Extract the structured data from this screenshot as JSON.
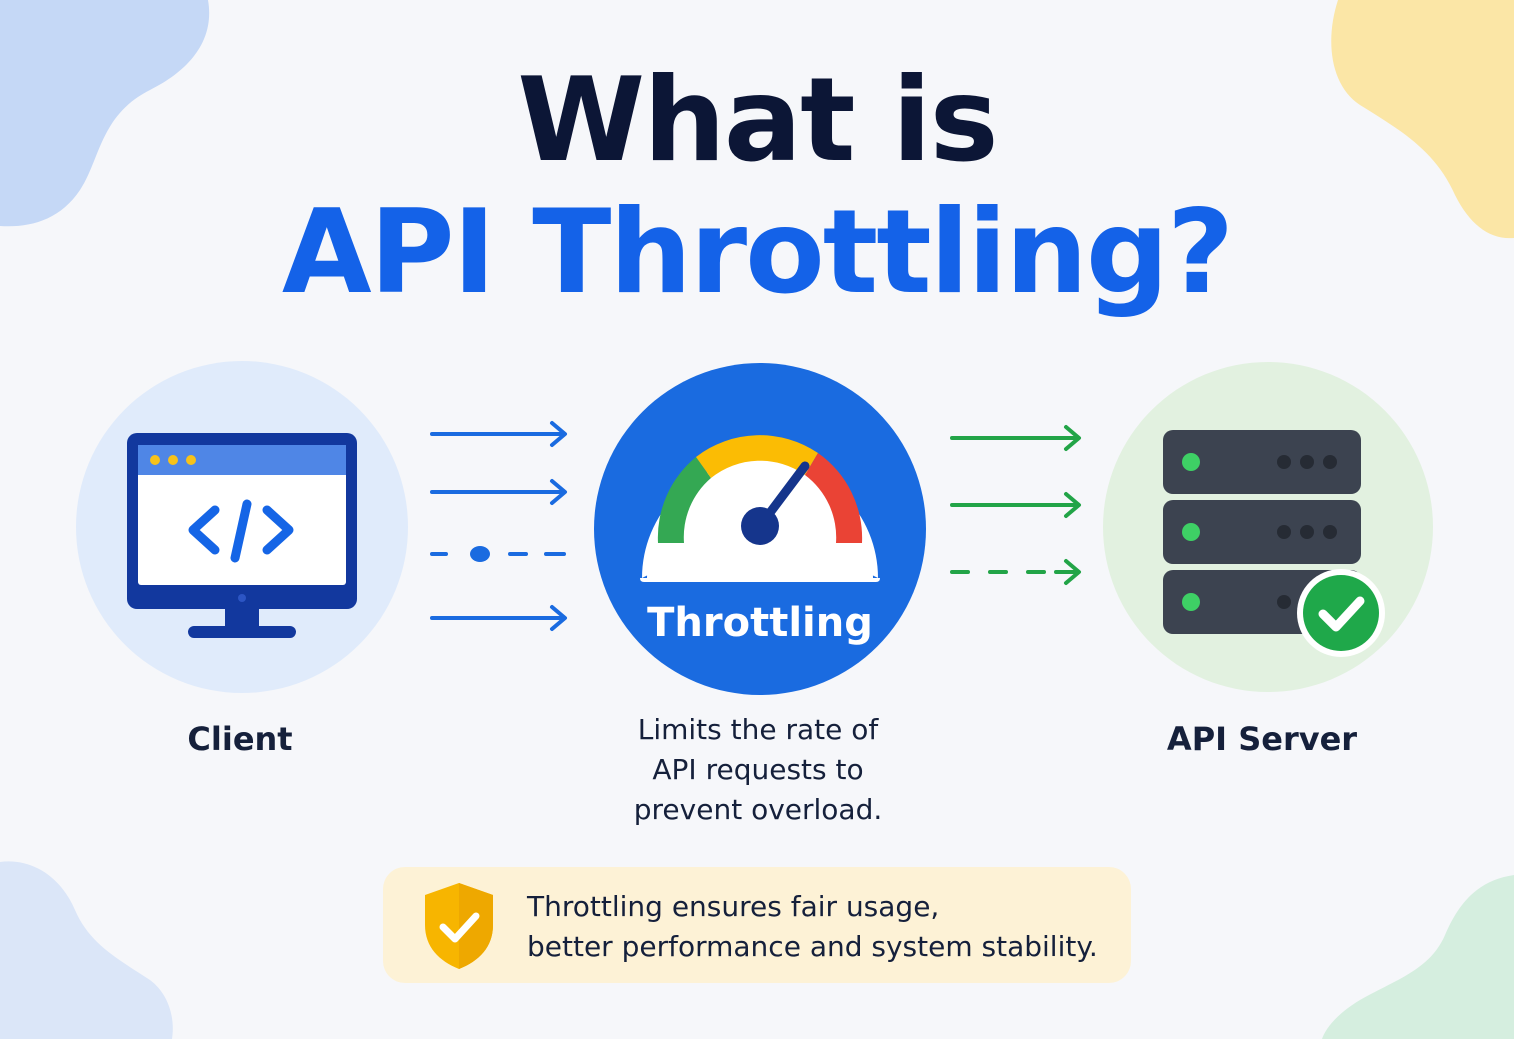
{
  "title": {
    "line1": "What is",
    "line2": "API Throttling?"
  },
  "nodes": {
    "client": {
      "label": "Client",
      "icon": "code-monitor-icon"
    },
    "throttle": {
      "label": "Throttling",
      "icon": "speedometer-gauge-icon"
    },
    "server": {
      "label": "API Server",
      "icon": "server-rack-icon",
      "badge_icon": "check-badge-icon"
    }
  },
  "description": {
    "lines": [
      "Limits the rate of",
      "API requests to",
      "prevent overload."
    ]
  },
  "callout": {
    "icon": "shield-check-icon",
    "lines": [
      "Throttling ensures fair usage,",
      "better performance and system stability."
    ]
  },
  "colors": {
    "primary_blue": "#1462e8",
    "title_dark": "#0c1636",
    "arrow_blue": "#1a6be0",
    "arrow_green": "#22a447",
    "gauge_green": "#34a853",
    "gauge_yellow": "#fbbc04",
    "gauge_red": "#ea4335",
    "server_dark": "#3c4350",
    "callout_bg": "#fdf2d6",
    "shield_yellow": "#f5b800"
  }
}
